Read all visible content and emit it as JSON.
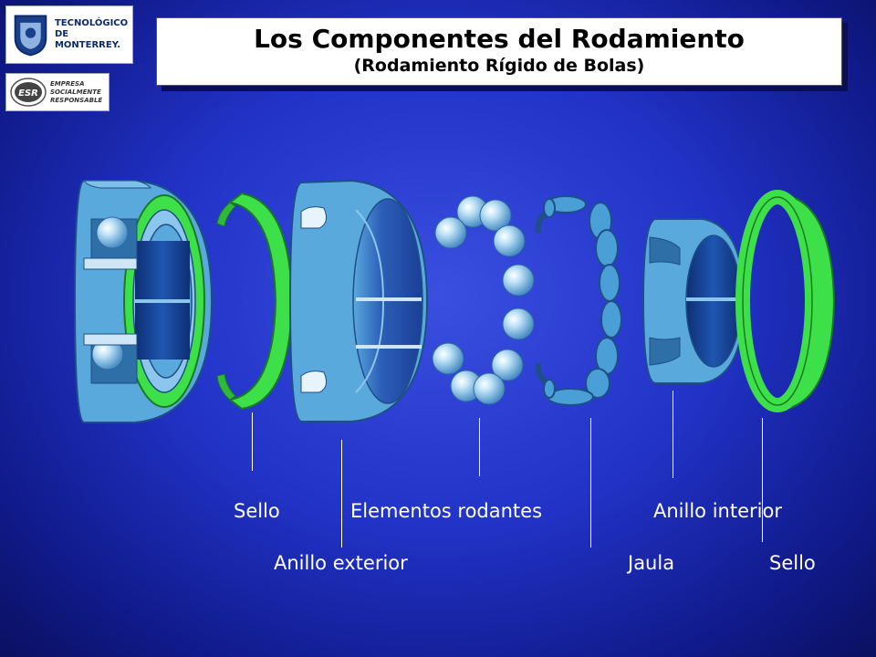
{
  "logos": {
    "tec_text": "TECNOLÓGICO\nDE MONTERREY.",
    "esr_badge": "ESR",
    "esr_text": "EMPRESA\nSOCIALMENTE\nRESPONSABLE"
  },
  "title": "Los Componentes del Rodamiento",
  "subtitle": "(Rodamiento Rígido de Bolas)",
  "labels": {
    "sello_left": "Sello",
    "elementos_rodantes": "Elementos rodantes",
    "anillo_interior": "Anillo interior",
    "anillo_exterior": "Anillo exterior",
    "jaula": "Jaula",
    "sello_right": "Sello"
  },
  "colors": {
    "ring_blue": "#5aa9dd",
    "ring_dark": "#2f6fa8",
    "seal_green": "#3ee04a",
    "bore_blue": "#1d4fa0",
    "background": "#2233c8"
  }
}
